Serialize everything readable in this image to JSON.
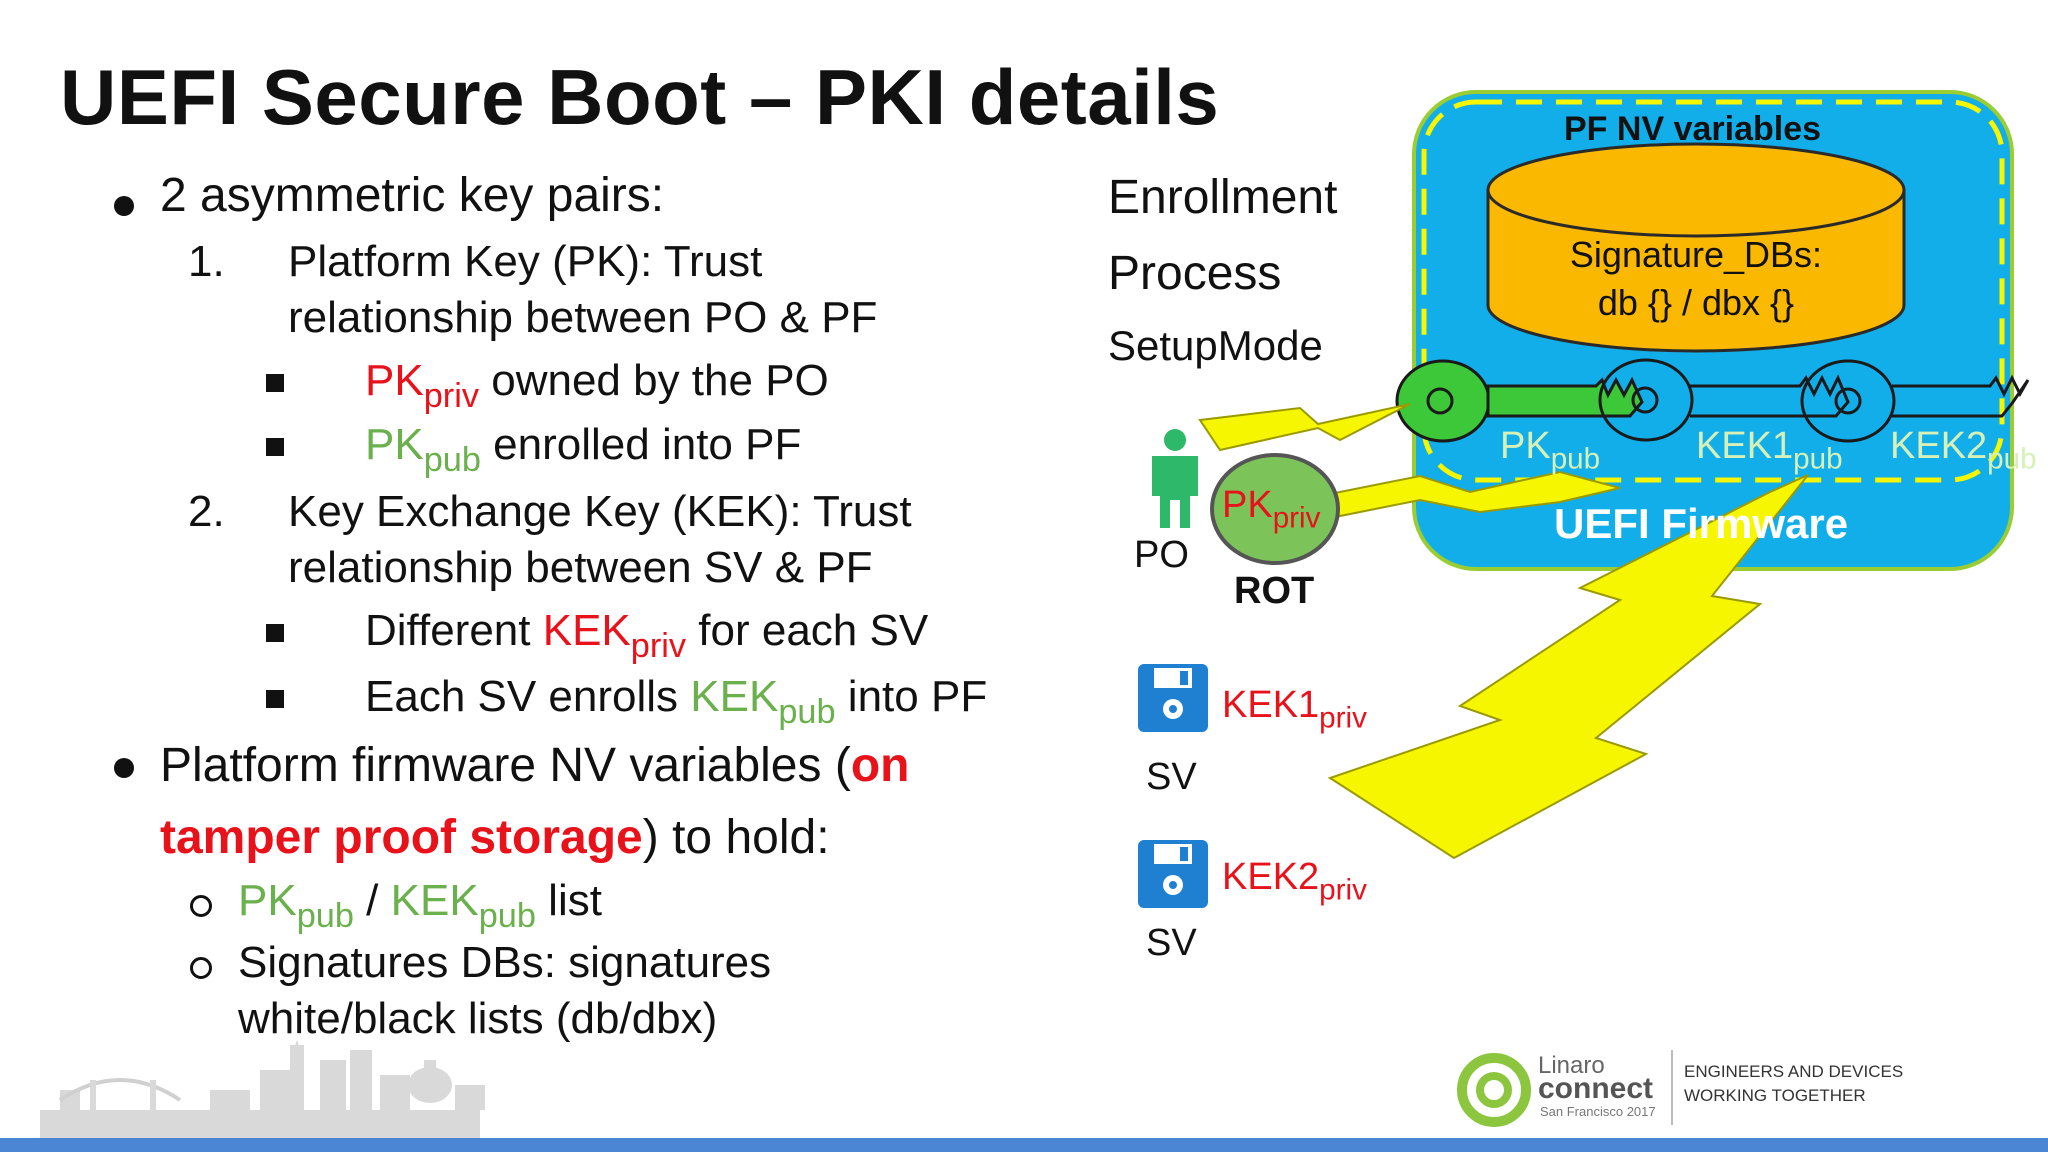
{
  "slide": {
    "title": "UEFI Secure Boot – PKI details",
    "bullets": {
      "b1": "2 asymmetric key pairs:",
      "n1": "1.",
      "n1_line1": "Platform Key (PK): Trust",
      "n1_line2": "relationship between PO & PF",
      "pk_priv": {
        "base": "PK",
        "sub": "priv",
        "rest": " owned by the PO"
      },
      "pk_pub": {
        "base": "PK",
        "sub": "pub",
        "rest": " enrolled into PF"
      },
      "n2": "2.",
      "n2_line1": "Key Exchange Key (KEK): Trust",
      "n2_line2": "relationship between SV & PF",
      "kek_diff": {
        "pre": "Different ",
        "base": "KEK",
        "sub": "priv",
        "rest": " for each SV"
      },
      "kek_enroll": {
        "pre": "Each SV enrolls ",
        "base": "KEK",
        "sub": "pub",
        "rest": " into PF"
      },
      "b2_pre": "Platform firmware NV variables (",
      "b2_on": "on",
      "b2_tamper": "tamper proof storage",
      "b2_post": ") to hold:",
      "s1": {
        "pk": "PK",
        "pk_sub": "pub",
        "sep": " / ",
        "kek": "KEK",
        "kek_sub": "pub",
        "rest": " list"
      },
      "s2_line1": "Signatures DBs: signatures",
      "s2_line2": "white/black lists (db/dbx)"
    }
  },
  "diagram": {
    "enrollment": "Enrollment",
    "process": "Process",
    "setupmode": "SetupMode",
    "pf_nv": "PF NV variables",
    "sigdb_line1": "Signature_DBs:",
    "sigdb_line2": "db {} / dbx {}",
    "firmware": "UEFI Firmware",
    "pk_pub_key": {
      "base": "PK",
      "sub": "pub"
    },
    "kek1_pub_key": {
      "base": "KEK1",
      "sub": "pub"
    },
    "kek2_pub_key": {
      "base": "KEK2",
      "sub": "pub"
    },
    "rot_key": {
      "base": "PK",
      "sub": "priv"
    },
    "rot": "ROT",
    "po": "PO",
    "sv1_key": {
      "base": "KEK1",
      "sub": "priv"
    },
    "sv1": "SV",
    "sv2_key": {
      "base": "KEK2",
      "sub": "priv"
    },
    "sv2": "SV"
  },
  "footer": {
    "brand1": "Linaro",
    "brand2": "connect",
    "brand3": "San Francisco 2017",
    "tag1": "ENGINEERS AND DEVICES",
    "tag2": "WORKING TOGETHER"
  },
  "colors": {
    "red": "#e8121a",
    "green": "#6ab04c",
    "firmware_blue": "#12aeea",
    "db_orange": "#fbb800",
    "bolt_yellow": "#f6f600",
    "bar_blue": "#4a86d4"
  }
}
